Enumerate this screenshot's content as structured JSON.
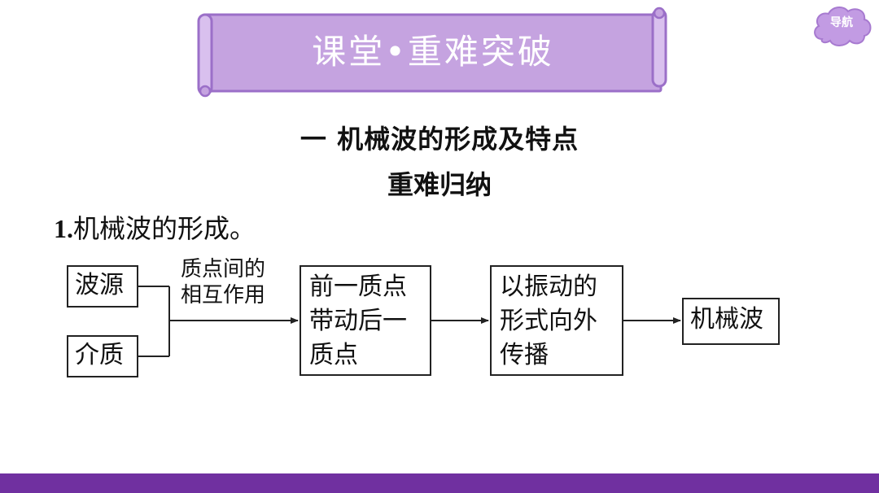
{
  "banner": {
    "title": "课堂•重难突破"
  },
  "nav": {
    "label": "导航"
  },
  "section": {
    "heading": "一  机械波的形成及特点",
    "subheading": "重难归纳",
    "point": {
      "number": "1.",
      "text": "机械波的形成。"
    }
  },
  "flow": {
    "source": "波源",
    "medium": "介质",
    "edge_label_line1": "质点间的",
    "edge_label_line2": "相互作用",
    "step1": [
      "前一质点",
      "带动后一",
      "质点"
    ],
    "step2": [
      "以振动的",
      "形式向外",
      "传播"
    ],
    "result": "机械波"
  },
  "colors": {
    "banner_fill": "#c5a3e0",
    "banner_border": "#9b6fc8",
    "nav_fill": "#c29be3",
    "bottom_bar": "#7030a0"
  }
}
